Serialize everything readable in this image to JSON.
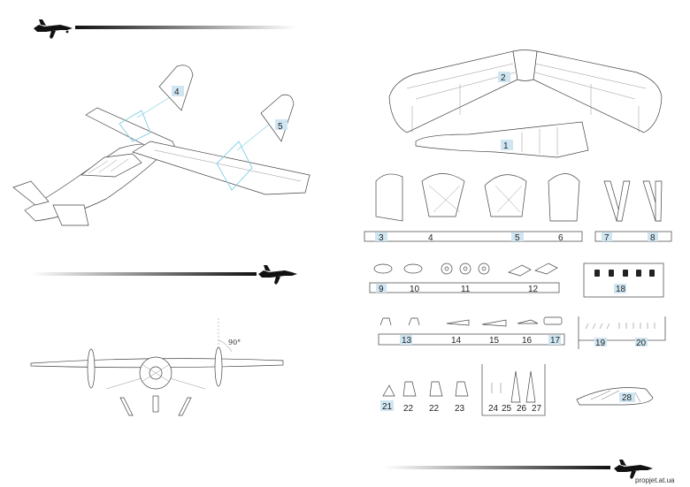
{
  "labels": {
    "l4a": "4",
    "l5a": "5",
    "l2": "2",
    "l1": "1",
    "l3": "3",
    "l4": "4",
    "l5": "5",
    "l6": "6",
    "l7": "7",
    "l8": "8",
    "l9": "9",
    "l10": "10",
    "l11": "11",
    "l12": "12",
    "l18": "18",
    "l13": "13",
    "l14": "14",
    "l15": "15",
    "l16": "16",
    "l17": "17",
    "l19": "19",
    "l20": "20",
    "l21": "21",
    "l22a": "22",
    "l22b": "22",
    "l23": "23",
    "l24": "24",
    "l25": "25",
    "l26": "26",
    "l27": "27",
    "l28": "28"
  },
  "angle": "90°",
  "watermark": "propjet.at.ua",
  "colors": {
    "accent": "#7ecfe0",
    "tag": "#cfe6f2",
    "line": "#444444"
  }
}
